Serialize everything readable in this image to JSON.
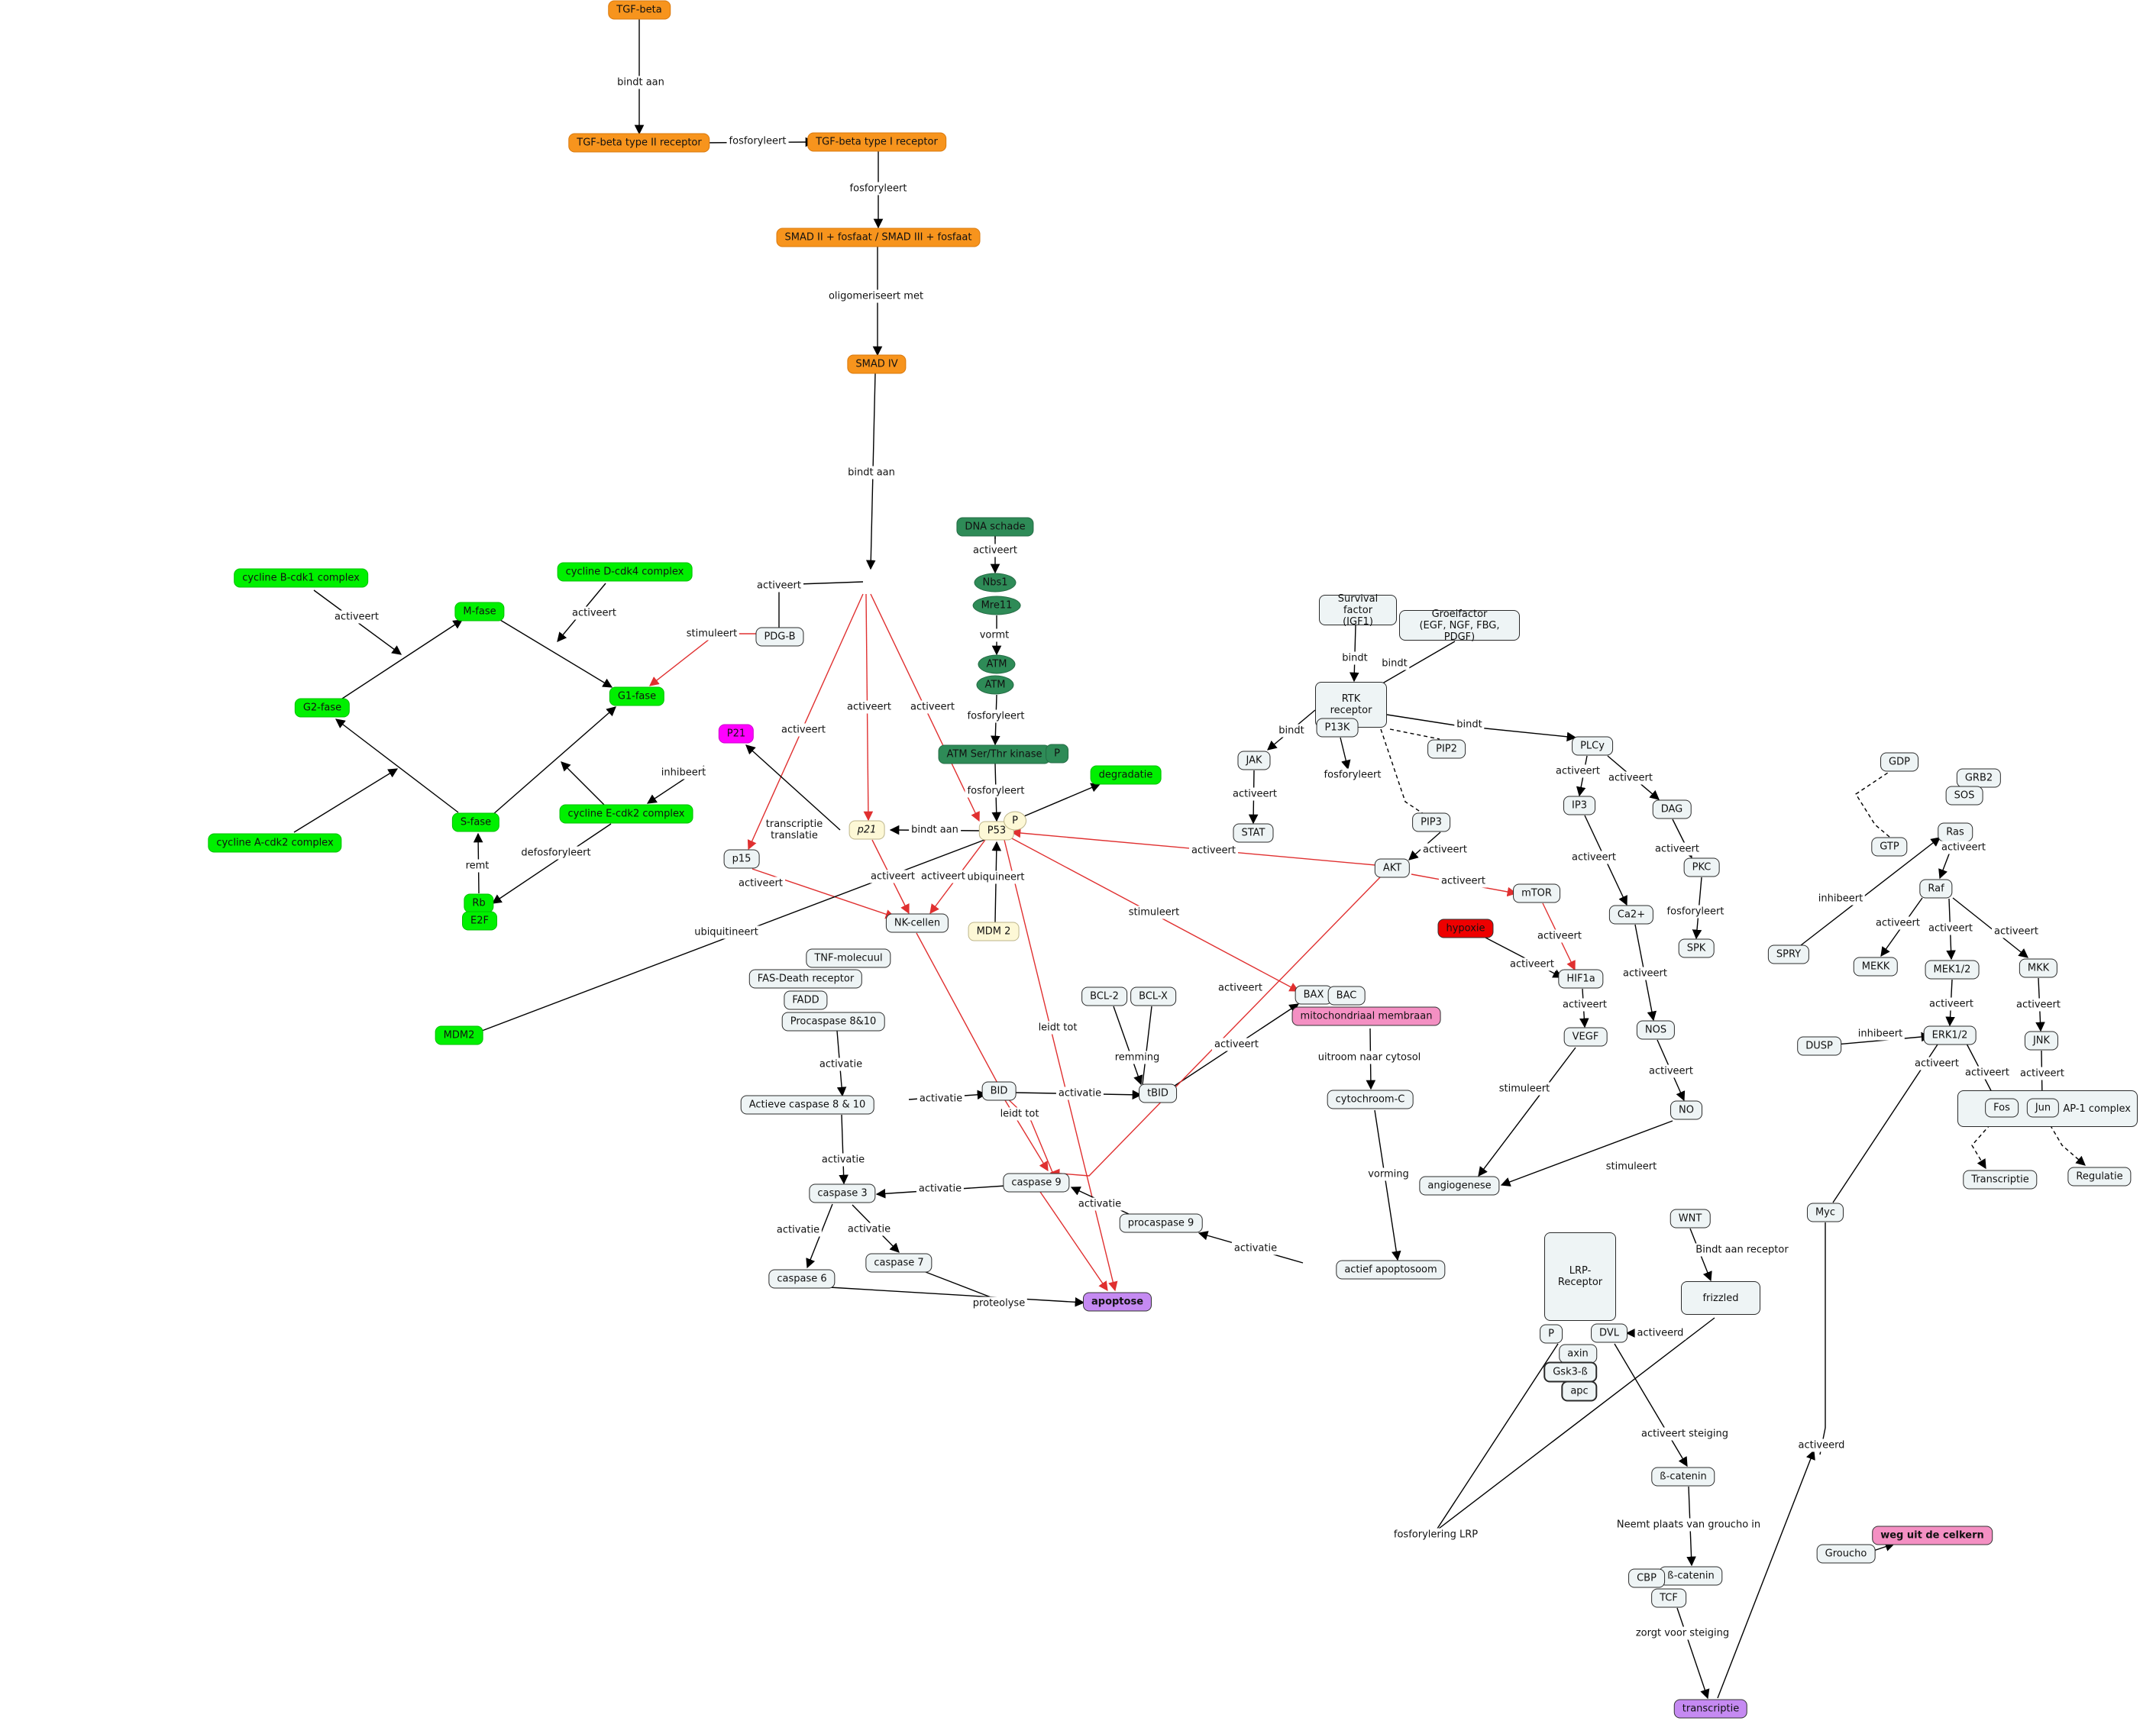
{
  "nodes": [
    {
      "id": "tgfb",
      "label": "TGF-beta",
      "style": "orange"
    },
    {
      "id": "tgfb2",
      "label": "TGF-beta type II receptor",
      "style": "orange"
    },
    {
      "id": "tgfb1",
      "label": "TGF-beta type I receptor",
      "style": "orange"
    },
    {
      "id": "smad23",
      "label": "SMAD II + fosfaat / SMAD III + fosfaat",
      "style": "orange"
    },
    {
      "id": "smad4",
      "label": "SMAD IV",
      "style": "orange"
    },
    {
      "id": "dna",
      "label": "DNA schade",
      "style": "dkgreen"
    },
    {
      "id": "nbs1",
      "label": "Nbs1",
      "style": "dkgreen ellipse"
    },
    {
      "id": "mre11",
      "label": "Mre11",
      "style": "dkgreen ellipse"
    },
    {
      "id": "atm1",
      "label": "ATM",
      "style": "dkgreen ellipse"
    },
    {
      "id": "atm2",
      "label": "ATM",
      "style": "dkgreen ellipse"
    },
    {
      "id": "atmk",
      "label": "ATM Ser/Thr kinase",
      "style": "dkgreen"
    },
    {
      "id": "atmp",
      "label": "P",
      "style": "dkgreen"
    },
    {
      "id": "degr",
      "label": "degradatie",
      "style": "green"
    },
    {
      "id": "p53",
      "label": "P53",
      "style": "yellow"
    },
    {
      "id": "p53p",
      "label": "P",
      "style": "yellow ellipse"
    },
    {
      "id": "p21",
      "label": "p21",
      "style": "yellow italic"
    },
    {
      "id": "p21m",
      "label": "P21",
      "style": "magenta"
    },
    {
      "id": "p15",
      "label": "p15",
      "style": "default"
    },
    {
      "id": "nk",
      "label": "NK-cellen",
      "style": "default"
    },
    {
      "id": "mdm2y",
      "label": "MDM 2",
      "style": "yellow"
    },
    {
      "id": "mdm2g",
      "label": "MDM2",
      "style": "green"
    },
    {
      "id": "pdgb",
      "label": "PDG-B",
      "style": "default"
    },
    {
      "id": "cb1",
      "label": "cycline B-cdk1 complex",
      "style": "green"
    },
    {
      "id": "cd4",
      "label": "cycline D-cdk4 complex",
      "style": "green"
    },
    {
      "id": "mfase",
      "label": "M-fase",
      "style": "green"
    },
    {
      "id": "g2fase",
      "label": "G2-fase",
      "style": "green"
    },
    {
      "id": "g1fase",
      "label": "G1-fase",
      "style": "green"
    },
    {
      "id": "sfase",
      "label": "S-fase",
      "style": "green"
    },
    {
      "id": "ce2",
      "label": "cycline E-cdk2 complex",
      "style": "green"
    },
    {
      "id": "ca2",
      "label": "cycline A-cdk2 complex",
      "style": "green"
    },
    {
      "id": "rb",
      "label": "Rb",
      "style": "green"
    },
    {
      "id": "e2f",
      "label": "E2F",
      "style": "green"
    },
    {
      "id": "tnf",
      "label": "TNF-molecuul",
      "style": "default"
    },
    {
      "id": "fas",
      "label": "FAS-Death receptor",
      "style": "default"
    },
    {
      "id": "fadd",
      "label": "FADD",
      "style": "default"
    },
    {
      "id": "pro810",
      "label": "Procaspase 8&10",
      "style": "default"
    },
    {
      "id": "act810",
      "label": "Actieve caspase 8 & 10",
      "style": "default"
    },
    {
      "id": "bid",
      "label": "BID",
      "style": "default"
    },
    {
      "id": "tbid",
      "label": "tBID",
      "style": "default"
    },
    {
      "id": "bcl2",
      "label": "BCL-2",
      "style": "default"
    },
    {
      "id": "bclx",
      "label": "BCL-X",
      "style": "default"
    },
    {
      "id": "bax",
      "label": "BAX",
      "style": "default"
    },
    {
      "id": "bac",
      "label": "BAC",
      "style": "default"
    },
    {
      "id": "mito",
      "label": "mitochondriaal membraan",
      "style": "pink"
    },
    {
      "id": "cytc",
      "label": "cytochroom-C",
      "style": "default"
    },
    {
      "id": "apopsome",
      "label": "actief apoptosoom",
      "style": "default"
    },
    {
      "id": "procas9",
      "label": "procaspase 9",
      "style": "default"
    },
    {
      "id": "cas9",
      "label": "caspase 9",
      "style": "default"
    },
    {
      "id": "cas3",
      "label": "caspase 3",
      "style": "default"
    },
    {
      "id": "cas6",
      "label": "caspase 6",
      "style": "default"
    },
    {
      "id": "cas7",
      "label": "caspase 7",
      "style": "default"
    },
    {
      "id": "apoptose",
      "label": "apoptose",
      "style": "purple bold"
    },
    {
      "id": "surv",
      "label": "Survival factor\n(IGF1)",
      "style": "default"
    },
    {
      "id": "groei",
      "label": "Groeifactor\n(EGF, NGF, FBG, PDGF)",
      "style": "default"
    },
    {
      "id": "rtk",
      "label": "RTK receptor",
      "style": "default"
    },
    {
      "id": "p13k",
      "label": "P13K",
      "style": "default"
    },
    {
      "id": "pip2",
      "label": "PIP2",
      "style": "default"
    },
    {
      "id": "pip3",
      "label": "PIP3",
      "style": "default"
    },
    {
      "id": "jak",
      "label": "JAK",
      "style": "default"
    },
    {
      "id": "stat",
      "label": "STAT",
      "style": "default"
    },
    {
      "id": "akt",
      "label": "AKT",
      "style": "default"
    },
    {
      "id": "mtor",
      "label": "mTOR",
      "style": "default"
    },
    {
      "id": "hypoxie",
      "label": "hypoxie",
      "style": "red"
    },
    {
      "id": "hif1a",
      "label": "HIF1a",
      "style": "default"
    },
    {
      "id": "vegf",
      "label": "VEGF",
      "style": "default"
    },
    {
      "id": "angio",
      "label": "angiogenese",
      "style": "default"
    },
    {
      "id": "plcy",
      "label": "PLCy",
      "style": "default"
    },
    {
      "id": "ip3",
      "label": "IP3",
      "style": "default"
    },
    {
      "id": "dag",
      "label": "DAG",
      "style": "default"
    },
    {
      "id": "pkc",
      "label": "PKC",
      "style": "default"
    },
    {
      "id": "spk",
      "label": "SPK",
      "style": "default"
    },
    {
      "id": "ca",
      "label": "Ca2+",
      "style": "default"
    },
    {
      "id": "nos",
      "label": "NOS",
      "style": "default"
    },
    {
      "id": "no",
      "label": "NO",
      "style": "default"
    },
    {
      "id": "gdp",
      "label": "GDP",
      "style": "default"
    },
    {
      "id": "gtp",
      "label": "GTP",
      "style": "default"
    },
    {
      "id": "grb2",
      "label": "GRB2",
      "style": "default"
    },
    {
      "id": "sos",
      "label": "SOS",
      "style": "default"
    },
    {
      "id": "ras",
      "label": "Ras",
      "style": "default"
    },
    {
      "id": "spry",
      "label": "SPRY",
      "style": "default"
    },
    {
      "id": "raf",
      "label": "Raf",
      "style": "default"
    },
    {
      "id": "mekk",
      "label": "MEKK",
      "style": "default"
    },
    {
      "id": "mek12",
      "label": "MEK1/2",
      "style": "default"
    },
    {
      "id": "mkk",
      "label": "MKK",
      "style": "default"
    },
    {
      "id": "dusp",
      "label": "DUSP",
      "style": "default"
    },
    {
      "id": "erk12",
      "label": "ERK1/2",
      "style": "default"
    },
    {
      "id": "jnk",
      "label": "JNK",
      "style": "default"
    },
    {
      "id": "ap1",
      "label": "AP-1 complex",
      "style": "default"
    },
    {
      "id": "fos",
      "label": "Fos",
      "style": "default"
    },
    {
      "id": "jun",
      "label": "Jun",
      "style": "default"
    },
    {
      "id": "transcr",
      "label": "Transcriptie",
      "style": "default"
    },
    {
      "id": "regul",
      "label": "Regulatie",
      "style": "default"
    },
    {
      "id": "myc",
      "label": "Myc",
      "style": "default"
    },
    {
      "id": "wnt",
      "label": "WNT",
      "style": "default"
    },
    {
      "id": "frizz",
      "label": "frizzled",
      "style": "default"
    },
    {
      "id": "lrp",
      "label": "LRP-Receptor",
      "style": "default"
    },
    {
      "id": "lrpp",
      "label": "P",
      "style": "default"
    },
    {
      "id": "dvl",
      "label": "DVL",
      "style": "default"
    },
    {
      "id": "axin",
      "label": "axin",
      "style": "default"
    },
    {
      "id": "gsk",
      "label": "Gsk3-ß",
      "style": "default thick"
    },
    {
      "id": "apc",
      "label": "apc",
      "style": "default thick"
    },
    {
      "id": "bcat1",
      "label": "ß-catenin",
      "style": "default"
    },
    {
      "id": "bcat2",
      "label": "ß-catenin",
      "style": "default"
    },
    {
      "id": "cbp",
      "label": "CBP",
      "style": "default"
    },
    {
      "id": "tcf",
      "label": "TCF",
      "style": "default"
    },
    {
      "id": "transcriptie",
      "label": "transcriptie",
      "style": "purple"
    },
    {
      "id": "groucho",
      "label": "Groucho",
      "style": "default"
    },
    {
      "id": "weg",
      "label": "weg uit de celkern",
      "style": "pink bold"
    }
  ],
  "edge_labels": [
    {
      "id": "l1",
      "text": "bindt aan"
    },
    {
      "id": "l2",
      "text": "fosforyleert"
    },
    {
      "id": "l3",
      "text": "fosforyleert"
    },
    {
      "id": "l4",
      "text": "oligomeriseert met"
    },
    {
      "id": "l5",
      "text": "bindt aan"
    },
    {
      "id": "l6",
      "text": "activeert"
    },
    {
      "id": "l7",
      "text": "activeert"
    },
    {
      "id": "l8",
      "text": "activeert"
    },
    {
      "id": "l9",
      "text": "activeert"
    },
    {
      "id": "l10",
      "text": "vormt"
    },
    {
      "id": "l11",
      "text": "fosforyleert"
    },
    {
      "id": "l12",
      "text": "fosforyleert"
    },
    {
      "id": "l13",
      "text": "bindt aan"
    },
    {
      "id": "l14",
      "text": "transcriptie\ntranslatie"
    },
    {
      "id": "l15",
      "text": "inhibeert"
    },
    {
      "id": "l16",
      "text": "stimuleert"
    },
    {
      "id": "l17",
      "text": "activeert"
    },
    {
      "id": "l18",
      "text": "activeert"
    },
    {
      "id": "l19",
      "text": "activeert"
    },
    {
      "id": "l20",
      "text": "ubiquineert"
    },
    {
      "id": "l21",
      "text": "ubiquitineert"
    },
    {
      "id": "l22",
      "text": "activeert"
    },
    {
      "id": "l23",
      "text": "activeert"
    },
    {
      "id": "l24",
      "text": "activeert"
    },
    {
      "id": "l25",
      "text": "remt"
    },
    {
      "id": "l26",
      "text": "defosforyleert"
    },
    {
      "id": "l27",
      "text": "activatie"
    },
    {
      "id": "l28",
      "text": "activatie"
    },
    {
      "id": "l29",
      "text": "activatie"
    },
    {
      "id": "l30",
      "text": "activatie"
    },
    {
      "id": "l31",
      "text": "activatie"
    },
    {
      "id": "l32",
      "text": "activatie"
    },
    {
      "id": "l33",
      "text": "activatie"
    },
    {
      "id": "l34",
      "text": "activatie"
    },
    {
      "id": "l35",
      "text": "activatie"
    },
    {
      "id": "l36",
      "text": "leidt tot"
    },
    {
      "id": "l37",
      "text": "leidt tot"
    },
    {
      "id": "l38",
      "text": "remming"
    },
    {
      "id": "l39",
      "text": "activeert"
    },
    {
      "id": "l40",
      "text": "stimuleert"
    },
    {
      "id": "l41",
      "text": "activeert"
    },
    {
      "id": "l42",
      "text": "uitroom naar cytosol"
    },
    {
      "id": "l43",
      "text": "vorming"
    },
    {
      "id": "l44",
      "text": "proteolyse"
    },
    {
      "id": "l45",
      "text": "bindt"
    },
    {
      "id": "l46",
      "text": "bindt"
    },
    {
      "id": "l47",
      "text": "bindt"
    },
    {
      "id": "l48",
      "text": "bindt"
    },
    {
      "id": "l49",
      "text": "fosforyleert"
    },
    {
      "id": "l50",
      "text": "activeert"
    },
    {
      "id": "l51",
      "text": "activeert"
    },
    {
      "id": "l52",
      "text": "activeert"
    },
    {
      "id": "l53",
      "text": "activeert"
    },
    {
      "id": "l54",
      "text": "activeert"
    },
    {
      "id": "l55",
      "text": "activeert"
    },
    {
      "id": "l56",
      "text": "activeert"
    },
    {
      "id": "l57",
      "text": "stimuleert"
    },
    {
      "id": "l58",
      "text": "activeert"
    },
    {
      "id": "l59",
      "text": "activeert"
    },
    {
      "id": "l60",
      "text": "activeert"
    },
    {
      "id": "l61",
      "text": "activeert"
    },
    {
      "id": "l62",
      "text": "fosforyleert"
    },
    {
      "id": "l63",
      "text": "activeert"
    },
    {
      "id": "l64",
      "text": "activeert"
    },
    {
      "id": "l65",
      "text": "stimuleert"
    },
    {
      "id": "l66",
      "text": "activeert"
    },
    {
      "id": "l67",
      "text": "inhibeert"
    },
    {
      "id": "l68",
      "text": "activeert"
    },
    {
      "id": "l69",
      "text": "activeert"
    },
    {
      "id": "l70",
      "text": "activeert"
    },
    {
      "id": "l71",
      "text": "activeert"
    },
    {
      "id": "l72",
      "text": "inhibeert"
    },
    {
      "id": "l73",
      "text": "activeert"
    },
    {
      "id": "l74",
      "text": "activeert"
    },
    {
      "id": "l75",
      "text": "activeert"
    },
    {
      "id": "l76",
      "text": "activeert"
    },
    {
      "id": "l77",
      "text": "Bindt aan receptor"
    },
    {
      "id": "l78",
      "text": "activeerd"
    },
    {
      "id": "l79",
      "text": "activeert steiging"
    },
    {
      "id": "l80",
      "text": "Neemt plaats van groucho in"
    },
    {
      "id": "l81",
      "text": "zorgt voor steiging"
    },
    {
      "id": "l82",
      "text": "activeerd"
    },
    {
      "id": "l83",
      "text": "fosforylering LRP"
    }
  ],
  "colors": {
    "black_edge": "#000000",
    "red_edge": "#e03030"
  }
}
